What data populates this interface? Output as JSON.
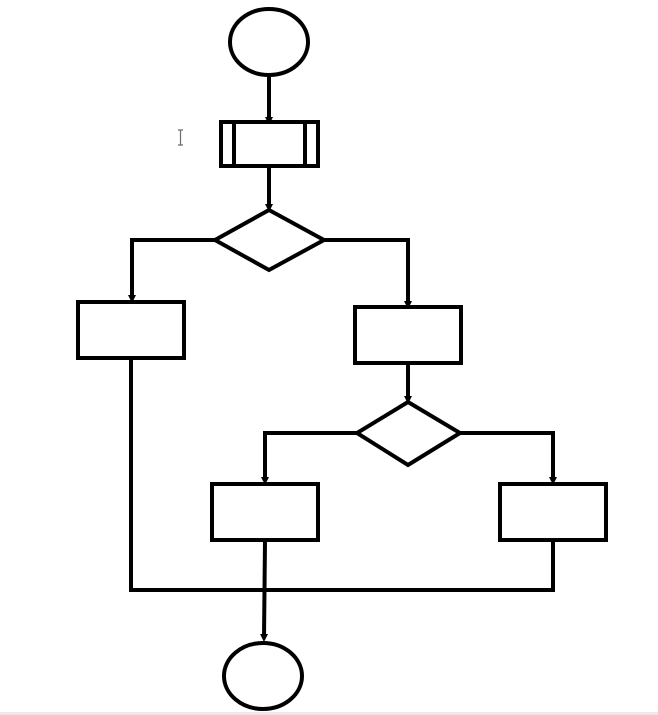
{
  "diagram": {
    "kind": "flowchart",
    "nodes": [
      {
        "id": "start",
        "shape": "ellipse",
        "label": ""
      },
      {
        "id": "predefined-process",
        "shape": "predefined-process",
        "label": ""
      },
      {
        "id": "decision-1",
        "shape": "diamond",
        "label": ""
      },
      {
        "id": "process-left",
        "shape": "rectangle",
        "label": ""
      },
      {
        "id": "process-right",
        "shape": "rectangle",
        "label": ""
      },
      {
        "id": "decision-2",
        "shape": "diamond",
        "label": ""
      },
      {
        "id": "process-bottom-left",
        "shape": "rectangle",
        "label": ""
      },
      {
        "id": "process-bottom-right",
        "shape": "rectangle",
        "label": ""
      },
      {
        "id": "end",
        "shape": "ellipse",
        "label": ""
      }
    ],
    "edges": [
      {
        "from": "start",
        "to": "predefined-process",
        "arrow": true
      },
      {
        "from": "predefined-process",
        "to": "decision-1",
        "arrow": true
      },
      {
        "from": "decision-1",
        "to": "process-left",
        "arrow": true
      },
      {
        "from": "decision-1",
        "to": "process-right",
        "arrow": true
      },
      {
        "from": "process-right",
        "to": "decision-2",
        "arrow": true
      },
      {
        "from": "decision-2",
        "to": "process-bottom-left",
        "arrow": true
      },
      {
        "from": "decision-2",
        "to": "process-bottom-right",
        "arrow": true
      },
      {
        "from": "process-left",
        "to": "end",
        "arrow": true
      },
      {
        "from": "process-bottom-left",
        "to": "end",
        "arrow": true
      },
      {
        "from": "process-bottom-right",
        "to": "end",
        "arrow": true
      }
    ],
    "colors": {
      "stroke": "#000000",
      "fill": "#ffffff",
      "background": "#ffffff"
    }
  },
  "cursor": {
    "type": "text-cursor-icon"
  }
}
